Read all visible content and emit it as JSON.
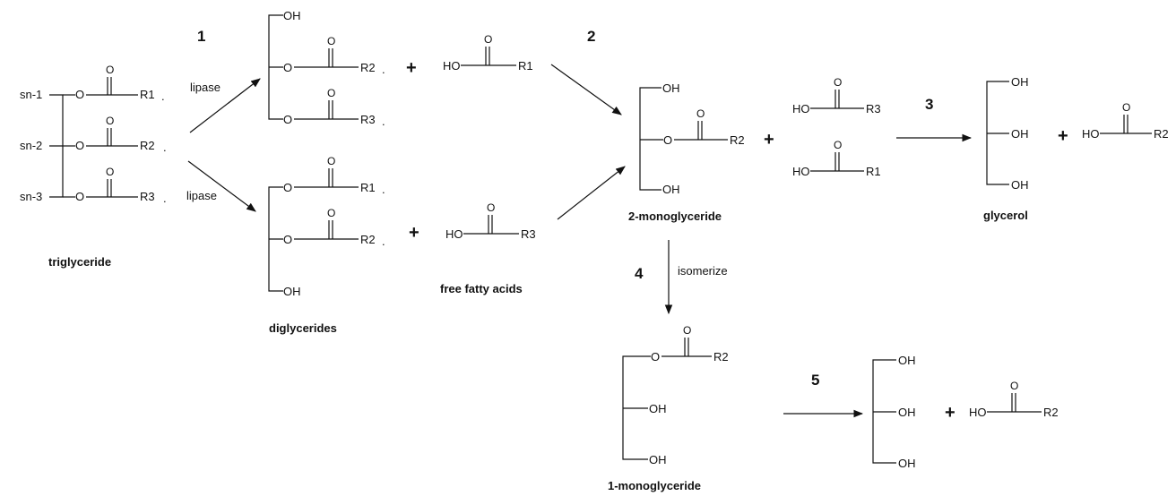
{
  "steps": {
    "s1": "1",
    "s2": "2",
    "s3": "3",
    "s4": "4",
    "s5": "5"
  },
  "arrow_labels": {
    "lipase_top": "lipase",
    "lipase_bottom": "lipase",
    "isomerize": "isomerize"
  },
  "triglyceride": {
    "sn1": "sn-1",
    "sn2": "sn-2",
    "sn3": "sn-3",
    "r1": "R1",
    "r2": "R2",
    "r3": "R3",
    "name": "triglyceride"
  },
  "diglyceride_a": {
    "oh": "OH",
    "r2": "R2",
    "r3": "R3"
  },
  "diglyceride_b": {
    "r1": "R1",
    "r2": "R2",
    "oh": "OH",
    "name": "diglycerides"
  },
  "ffa_r1": {
    "ho": "HO",
    "r": "R1"
  },
  "ffa_r3": {
    "ho": "HO",
    "r": "R3",
    "name": "free fatty acids"
  },
  "monoglyceride_2": {
    "oh_top": "OH",
    "r2": "R2",
    "oh_bottom": "OH",
    "name": "2-monoglyceride"
  },
  "ffa_stack": {
    "ho_a": "HO",
    "r_a": "R3",
    "ho_b": "HO",
    "r_b": "R1"
  },
  "glycerol": {
    "oh1": "OH",
    "oh2": "OH",
    "oh3": "OH",
    "name": "glycerol"
  },
  "ffa_r2_top": {
    "ho": "HO",
    "r": "R2"
  },
  "monoglyceride_1": {
    "r2": "R2",
    "oh_mid": "OH",
    "oh_bottom": "OH",
    "name": "1-monoglyceride"
  },
  "glycerol_2": {
    "oh1": "OH",
    "oh2": "OH",
    "oh3": "OH"
  },
  "ffa_r2_bottom": {
    "ho": "HO",
    "r": "R2"
  },
  "symbols": {
    "plus": "+",
    "carbonyl_o": "O",
    "ester_o": "O",
    "dot": "."
  }
}
